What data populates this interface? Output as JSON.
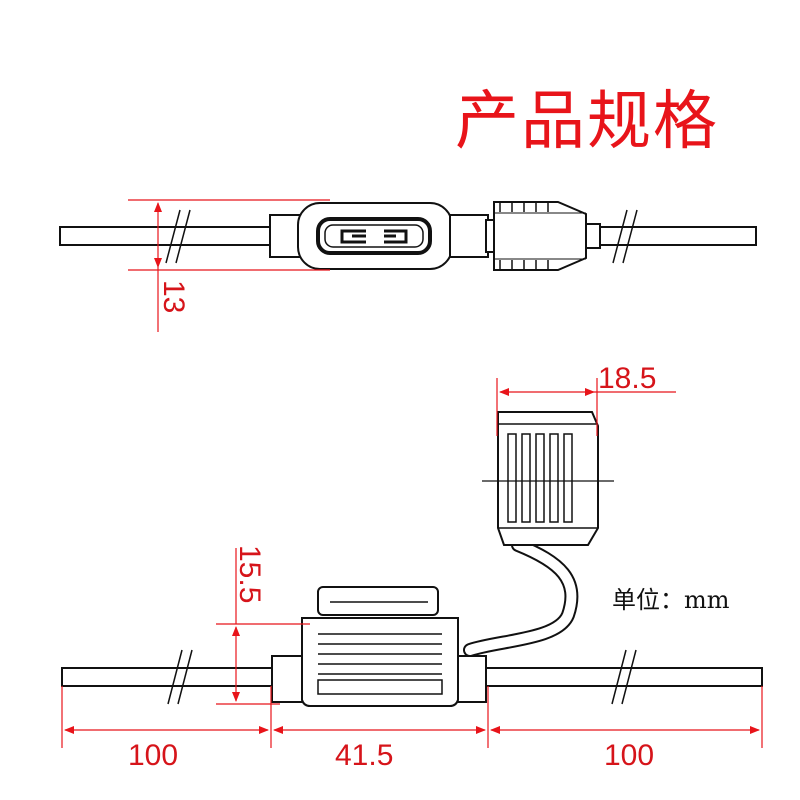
{
  "title": "产品规格",
  "unit_label": "单位：mm",
  "colors": {
    "dimension": "#e8141a",
    "outline": "#111111",
    "background": "#ffffff"
  },
  "top_view": {
    "height_dimension": "13"
  },
  "side_view": {
    "cap_width_dimension": "18.5",
    "holder_height_dimension": "15.5",
    "left_wire_dimension": "100",
    "holder_length_dimension": "41.5",
    "right_wire_dimension": "100"
  }
}
